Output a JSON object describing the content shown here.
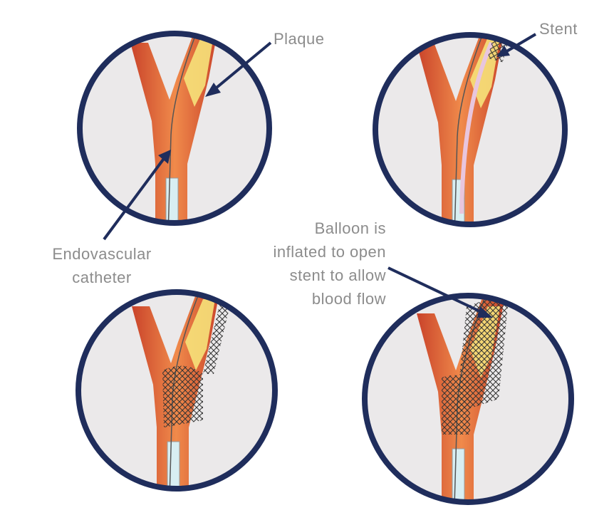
{
  "labels": {
    "plaque": "Plaque",
    "stent": "Stent",
    "catheter_line1": "Endovascular",
    "catheter_line2": "catheter",
    "balloon_line1": "Balloon is",
    "balloon_line2": "inflated to open",
    "balloon_line3": "stent to allow",
    "balloon_line4": "blood flow"
  },
  "colors": {
    "ring": "#1f2d5c",
    "panel_bg": "#ebe9ea",
    "artery": "#d9532b",
    "artery_light": "#f08a4b",
    "plaque": "#f6e27a",
    "label_text": "#8c8c8c",
    "arrow": "#1f2d5c"
  },
  "panels": [
    "catheter-inserted",
    "stent-positioned",
    "balloon-inflating",
    "stent-expanded"
  ]
}
